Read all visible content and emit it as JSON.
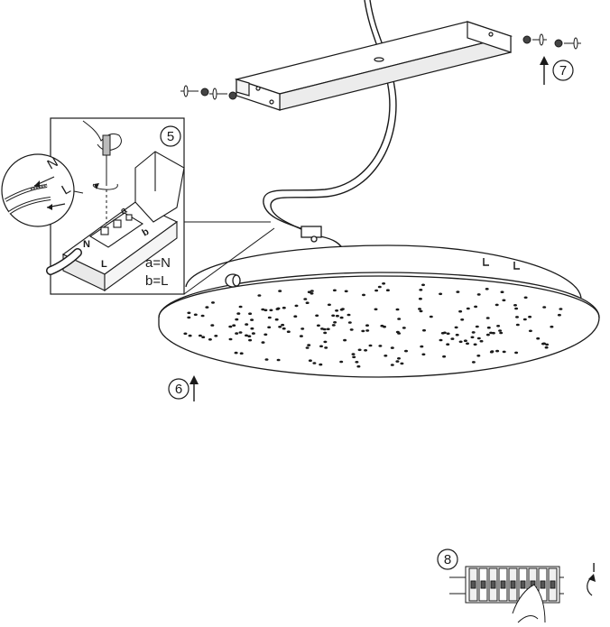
{
  "steps": {
    "step5": "5",
    "step6": "6",
    "step7": "7",
    "step8": "8"
  },
  "legend": {
    "a": "a=N",
    "b": "b=L"
  },
  "wire_labels": {
    "N": "N",
    "L": "L",
    "terminal_N": "N",
    "terminal_L": "L",
    "terminal_a": "a",
    "terminal_b": "b"
  },
  "breaker_label": "I",
  "colors": {
    "line": "#1a1a1a",
    "fill": "#ffffff",
    "shade": "#e9e9e9"
  }
}
